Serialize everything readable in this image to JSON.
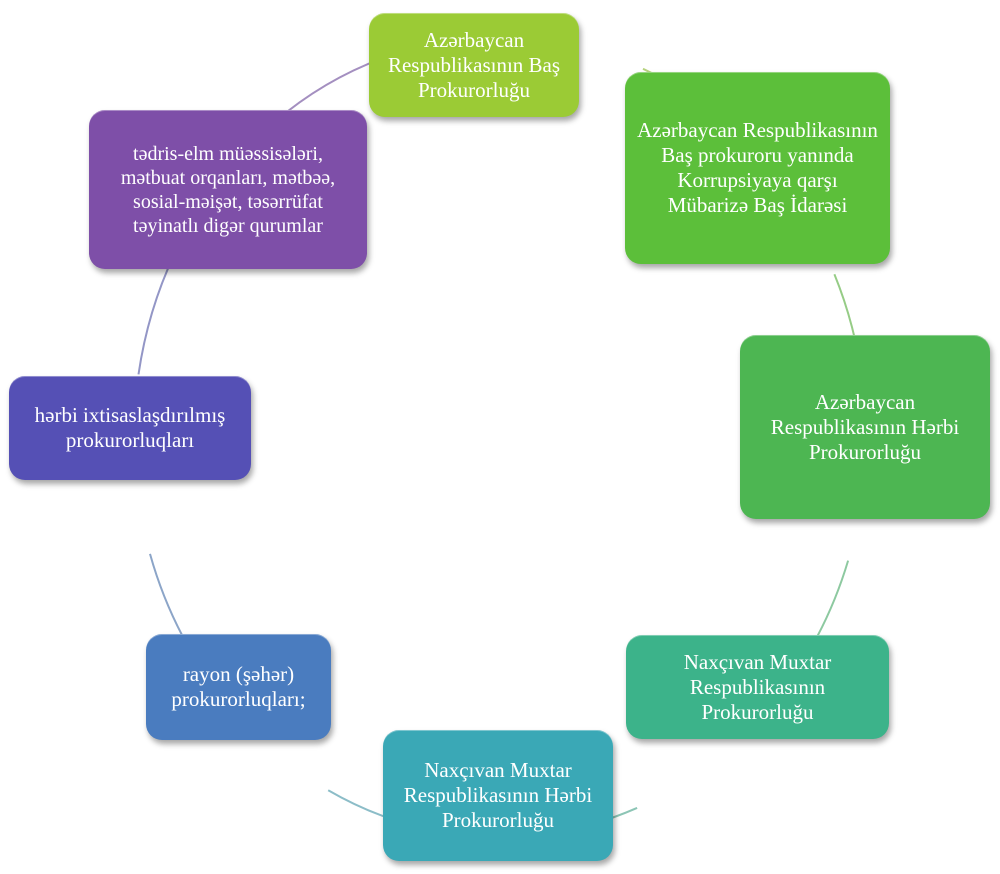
{
  "diagram": {
    "nodes": [
      {
        "id": "n1",
        "text": "Azərbaycan Respublikasının Baş Prokurorluğu",
        "color": "#9BCB35"
      },
      {
        "id": "n2",
        "text": "Azərbaycan Respublikasının Baş prokuroru yanında Korrupsiyaya qarşı Mübarizə Baş İdarəsi",
        "color": "#5CBF3A"
      },
      {
        "id": "n3",
        "text": "Azərbaycan Respublikasının Hərbi Prokurorluğu",
        "color": "#4DB652"
      },
      {
        "id": "n4",
        "text": "Naxçıvan Muxtar Respublikasının Prokurorluğu",
        "color": "#3CB38A"
      },
      {
        "id": "n5",
        "text": "Naxçıvan Muxtar Respublikasının Hərbi Prokurorluğu",
        "color": "#3AA8B6"
      },
      {
        "id": "n6",
        "text": "rayon (şəhər) prokurorluqları;",
        "color": "#4A7CBF"
      },
      {
        "id": "n7",
        "text": "hərbi ixtisaslaşdırılmış prokurorluqları",
        "color": "#5550B5"
      },
      {
        "id": "n8",
        "text": "tədris-elm müəssisələri, mətbuat orqanları, mətbəə, sosial-məişət, təsərrüfat təyinatlı digər qurumlar",
        "color": "#7E4FA8"
      }
    ],
    "ring_color": "#9DB6CC"
  }
}
